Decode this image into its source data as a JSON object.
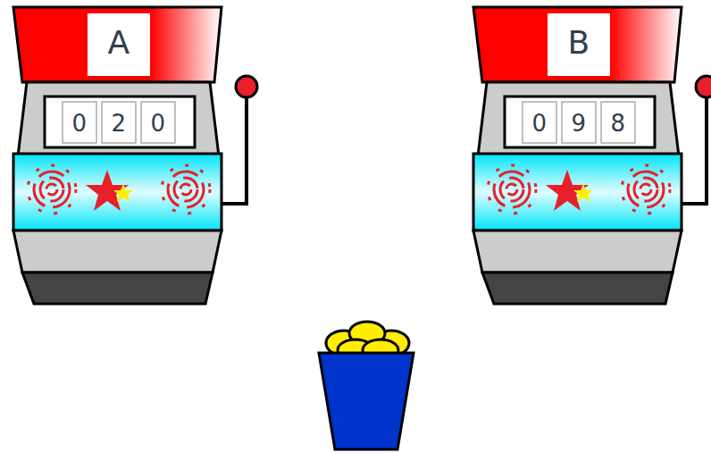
{
  "diagram": {
    "labels": [
      "A",
      "0",
      "2",
      "0",
      "B",
      "0",
      "9",
      "8"
    ]
  }
}
